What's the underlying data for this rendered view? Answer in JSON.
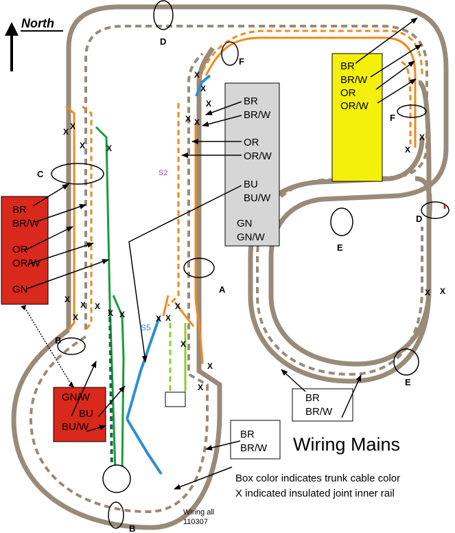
{
  "compass": {
    "label": "North"
  },
  "title": "Wiring Mains",
  "notes": {
    "box_color": "Box color indicates trunk cable color",
    "x_meaning": "X indicated insulated joint inner rail"
  },
  "stamp": {
    "line1": "Wiring all",
    "line2": "110307"
  },
  "section_labels": {
    "s2": "S2",
    "s5": "S5"
  },
  "connection_tags": {
    "a": "A",
    "b": "B",
    "c": "C",
    "d": "D",
    "e": "E",
    "f": "F"
  },
  "joint_mark": "X",
  "boxes": {
    "red_west": {
      "color": "#d9281c",
      "l1": "BR",
      "l2": "BR/W",
      "l3": "OR",
      "l4": "OR/W",
      "l5": "GN"
    },
    "red_south": {
      "color": "#d9281c",
      "l1": "GN/W",
      "l2": "BU",
      "l3": "BU/W"
    },
    "gray": {
      "color": "#d6d6d6",
      "l1": "BR",
      "l2": "BR/W",
      "l3": "OR",
      "l4": "OR/W",
      "l5": "BU",
      "l6": "BU/W",
      "l7": "GN",
      "l8": "GN/W"
    },
    "yellow": {
      "color": "#f4f00c",
      "l1": "BR",
      "l2": "BR/W",
      "l3": "OR",
      "l4": "OR/W"
    },
    "white_south": {
      "color": "#ffffff",
      "l1": "BR",
      "l2": "BR/W"
    },
    "white_east": {
      "color": "#ffffff",
      "l1": "BR",
      "l2": "BR/W"
    }
  },
  "colors": {
    "track": "#9a8a78",
    "orange": "#f08a1c",
    "green": "#1a9a3c",
    "light_green": "#8fcc2a",
    "blue": "#2a8fd0",
    "section_s2": "#b03ab0"
  }
}
